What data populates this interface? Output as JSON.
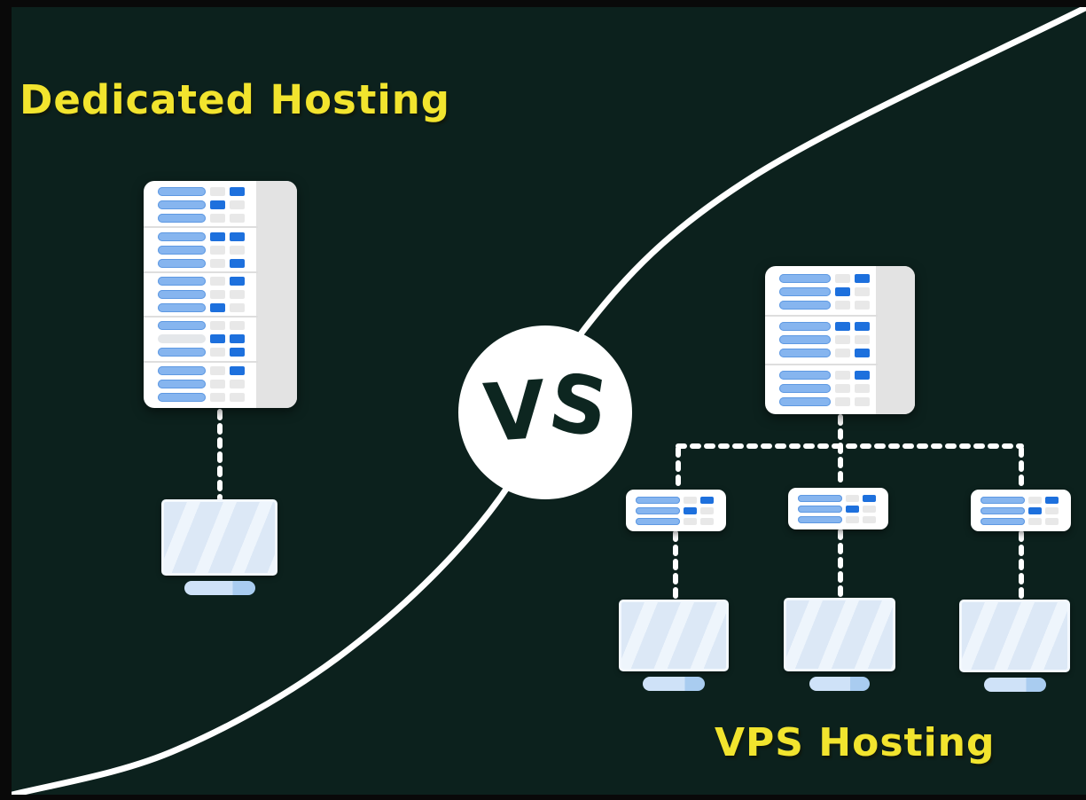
{
  "titles": {
    "dedicated": {
      "label": "Dedicated Hosting"
    },
    "vps": {
      "label": "VPS Hosting"
    },
    "color": "#f2e42e"
  },
  "vs_badge": {
    "label": "VS",
    "letters": [
      "V",
      "S"
    ],
    "circle_color": "#ffffff",
    "text_color": "#0d2620"
  },
  "palette": {
    "background": "#0c211d",
    "frame": "#090909",
    "divider_curve": "#ffffff",
    "connector_dotted": "#ffffff",
    "server_body": "#ffffff",
    "server_side_panel": "#e3e3e3",
    "pill_blue": "#86b5ef",
    "pill_gray": "#e4e7ea",
    "square_blue": "#1d70dd",
    "square_gray": "#e8e8e8",
    "monitor_screen": "#dce8f6",
    "monitor_stripe": "#eef5fc",
    "monitor_stand": "#a9ccf0"
  },
  "dedicated_side": {
    "server_units": [
      {
        "rows": [
          {
            "pill": "blue",
            "squares": [
              "gray",
              "blue"
            ]
          },
          {
            "pill": "blue",
            "squares": [
              "blue",
              "gray"
            ]
          },
          {
            "pill": "blue",
            "squares": [
              "gray",
              "gray"
            ]
          }
        ]
      },
      {
        "rows": [
          {
            "pill": "blue",
            "squares": [
              "blue",
              "blue"
            ]
          },
          {
            "pill": "blue",
            "squares": [
              "gray",
              "gray"
            ]
          },
          {
            "pill": "blue",
            "squares": [
              "gray",
              "blue"
            ]
          }
        ]
      },
      {
        "rows": [
          {
            "pill": "blue",
            "squares": [
              "gray",
              "blue"
            ]
          },
          {
            "pill": "blue",
            "squares": [
              "gray",
              "gray"
            ]
          },
          {
            "pill": "blue",
            "squares": [
              "blue",
              "gray"
            ]
          }
        ]
      },
      {
        "rows": [
          {
            "pill": "blue",
            "squares": [
              "gray",
              "gray"
            ]
          },
          {
            "pill": "gray",
            "squares": [
              "blue",
              "blue"
            ]
          },
          {
            "pill": "blue",
            "squares": [
              "gray",
              "blue"
            ]
          }
        ]
      },
      {
        "rows": [
          {
            "pill": "blue",
            "squares": [
              "gray",
              "blue"
            ]
          },
          {
            "pill": "blue",
            "squares": [
              "gray",
              "gray"
            ]
          },
          {
            "pill": "blue",
            "squares": [
              "gray",
              "gray"
            ]
          }
        ]
      }
    ],
    "monitor_count": 1
  },
  "vps_side": {
    "server_units": [
      {
        "rows": [
          {
            "pill": "blue",
            "squares": [
              "gray",
              "blue"
            ]
          },
          {
            "pill": "blue",
            "squares": [
              "blue",
              "gray"
            ]
          },
          {
            "pill": "blue",
            "squares": [
              "gray",
              "gray"
            ]
          }
        ]
      },
      {
        "rows": [
          {
            "pill": "blue",
            "squares": [
              "blue",
              "blue"
            ]
          },
          {
            "pill": "blue",
            "squares": [
              "gray",
              "gray"
            ]
          },
          {
            "pill": "blue",
            "squares": [
              "gray",
              "blue"
            ]
          }
        ]
      },
      {
        "rows": [
          {
            "pill": "blue",
            "squares": [
              "gray",
              "blue"
            ]
          },
          {
            "pill": "blue",
            "squares": [
              "gray",
              "gray"
            ]
          },
          {
            "pill": "blue",
            "squares": [
              "gray",
              "gray"
            ]
          }
        ]
      }
    ],
    "node_units": [
      {
        "rows": [
          {
            "pill": "blue",
            "squares": [
              "gray",
              "blue"
            ]
          },
          {
            "pill": "blue",
            "squares": [
              "blue",
              "gray"
            ]
          },
          {
            "pill": "blue",
            "squares": [
              "gray",
              "gray"
            ]
          }
        ]
      }
    ],
    "node_count": 3,
    "monitor_count": 3
  }
}
